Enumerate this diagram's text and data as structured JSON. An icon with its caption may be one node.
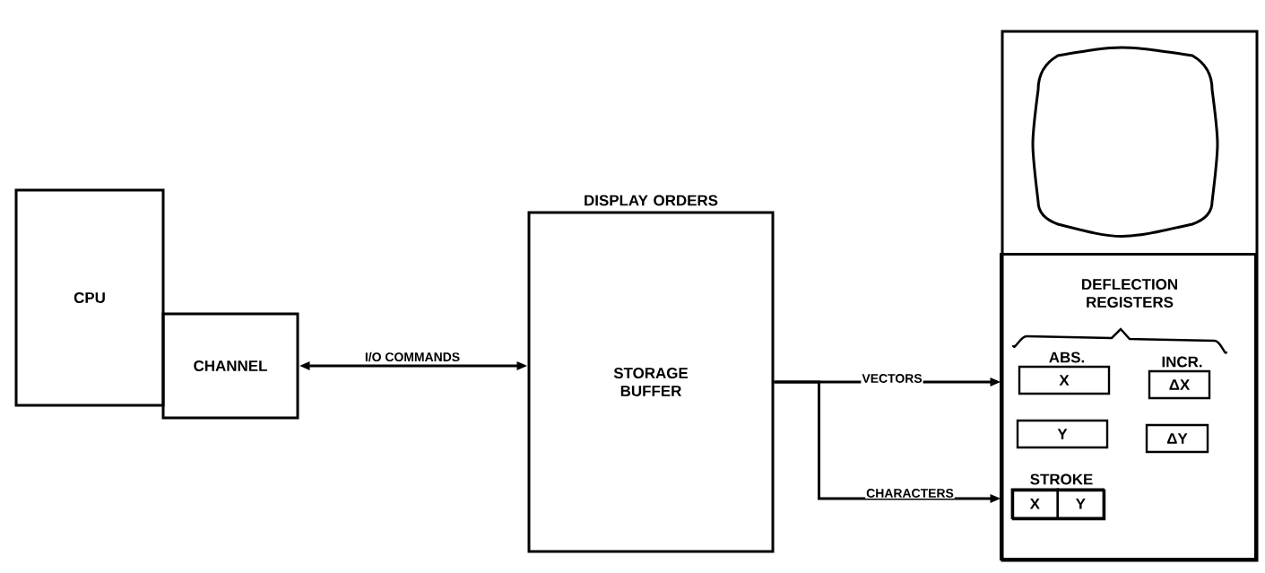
{
  "diagram": {
    "nodes": [
      {
        "text": [
          "CPU"
        ]
      },
      {
        "text": [
          "CHANNEL"
        ]
      },
      {
        "text": [
          "DISPLAY ORDERS",
          "STORAGE BUFFER"
        ]
      },
      {
        "text": [],
        "shape": "box"
      },
      {
        "text": [
          "DEFLECTION REGISTERS"
        ],
        "in": 3
      },
      {
        "text": [
          "ABS.",
          "X"
        ],
        "in": 4
      },
      {
        "text": [
          "Y"
        ],
        "in": 4
      },
      {
        "text": [
          "INCR.",
          "ΔX"
        ],
        "in": 4
      },
      {
        "text": [
          "ΔY"
        ],
        "in": 4
      },
      {
        "text": [
          "STROKE"
        ],
        "in": 4
      },
      {
        "text": [
          "X"
        ],
        "in": 9
      },
      {
        "text": [
          "Y"
        ],
        "in": 9
      }
    ],
    "edges": [
      {
        "from": 1,
        "to": 2,
        "arrow": "both",
        "label": "I/O COMMANDS"
      },
      {
        "from": 2,
        "to": 3,
        "arrow": "to",
        "label": "VECTORS"
      },
      {
        "from": 2,
        "to": 3,
        "arrow": "to",
        "label": "CHARACTERS"
      }
    ]
  }
}
